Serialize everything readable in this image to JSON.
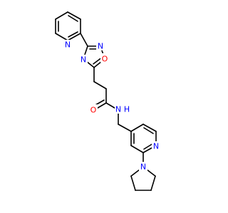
{
  "molecule": {
    "colors": {
      "bond": "#000000",
      "nitrogen": "#0000ff",
      "oxygen": "#ff0000",
      "background": "#ffffff"
    },
    "atoms": {
      "n_pyridine_top": "N",
      "o_oxadiazole": "O",
      "n_oxadiazole_top": "N",
      "n_oxadiazole_bottom": "N",
      "o_carbonyl": "O",
      "n_amide": "N",
      "h_amide": "H",
      "n_pyridine_lower": "N",
      "n_pyrrolidine": "N"
    }
  }
}
